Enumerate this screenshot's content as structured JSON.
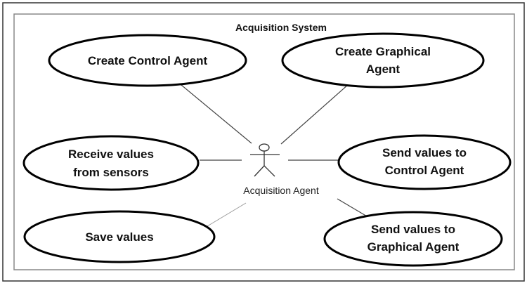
{
  "system": {
    "title": "Acquisition System"
  },
  "actor": {
    "name": "Acquisition Agent"
  },
  "use_cases": [
    {
      "id": "create-control-agent",
      "lines": [
        "Create Control Agent"
      ]
    },
    {
      "id": "create-graphical-agent",
      "lines": [
        "Create Graphical",
        "Agent"
      ]
    },
    {
      "id": "receive-values-from-sensors",
      "lines": [
        "Receive values",
        "from sensors"
      ]
    },
    {
      "id": "send-values-to-control-agent",
      "lines": [
        "Send values to",
        "Control Agent"
      ]
    },
    {
      "id": "save-values",
      "lines": [
        "Save values"
      ]
    },
    {
      "id": "send-values-to-graphical-agent",
      "lines": [
        "Send values to",
        "Graphical Agent"
      ]
    }
  ]
}
